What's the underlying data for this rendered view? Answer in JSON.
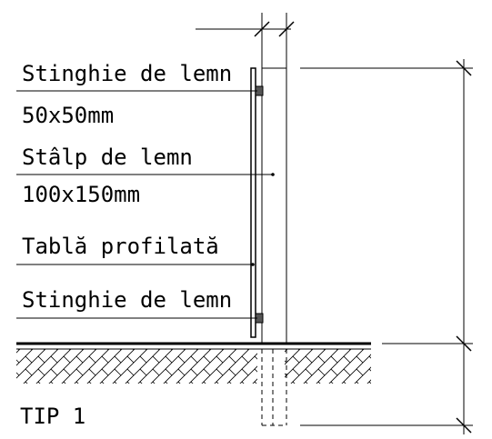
{
  "labels": {
    "rail_top": "Stinghie de lemn",
    "rail_top_size": "50x50mm",
    "post": "Stâlp de lemn",
    "post_size": "100x150mm",
    "sheet": "Tablă profilată",
    "rail_bottom": "Stinghie de lemn",
    "type": "TIP 1"
  }
}
